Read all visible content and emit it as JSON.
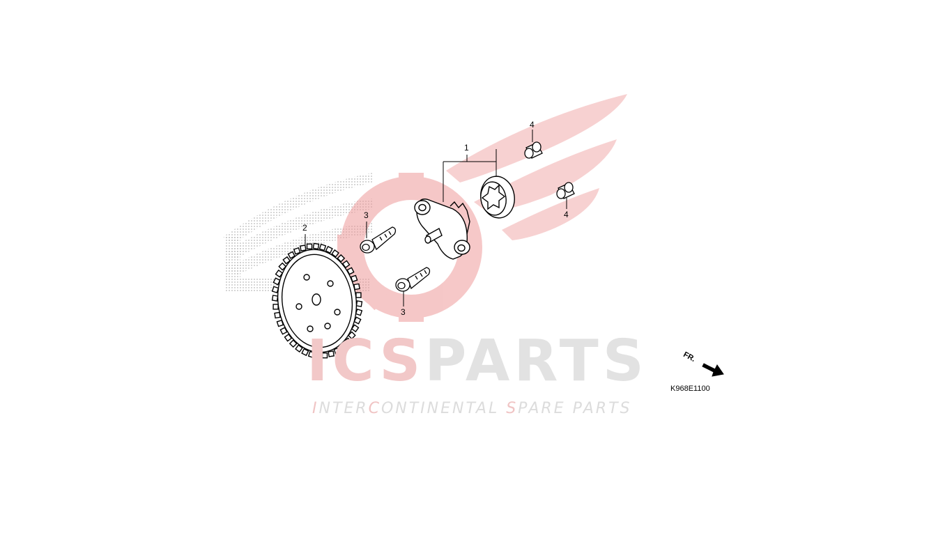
{
  "callouts": {
    "c1": "1",
    "c2": "2",
    "c3a": "3",
    "c3b": "3",
    "c4a": "4",
    "c4b": "4"
  },
  "watermark": {
    "brand_ics": "ICS",
    "brand_parts": "PARTS",
    "tagline_parts": [
      "I",
      "NTER",
      "C",
      "ONTINENTAL ",
      "S",
      "PARE PARTS"
    ],
    "accent_color": "#e8a0a0",
    "gray_color": "#dcdcdc"
  },
  "direction_label": "FR.",
  "diagram_code": "K968E1100"
}
